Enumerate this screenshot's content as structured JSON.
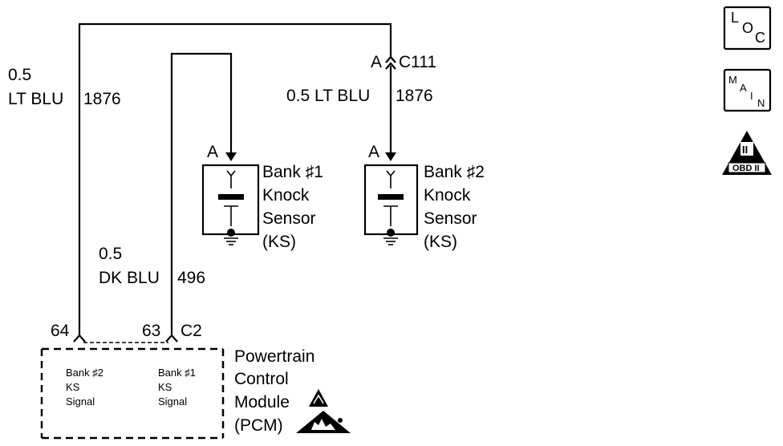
{
  "wires": {
    "left": {
      "gauge": "0.5",
      "color": "LT BLU",
      "circuit": "1876"
    },
    "right": {
      "gauge_color": "0.5 LT BLU",
      "circuit": "1876"
    },
    "middle": {
      "gauge": "0.5",
      "color": "DK BLU",
      "circuit": "496"
    }
  },
  "connectors": {
    "c111": {
      "pin": "A",
      "name": "C111"
    },
    "c2": {
      "name": "C2",
      "pin_left": "64",
      "pin_right": "63"
    },
    "sensor1_pin": "A",
    "sensor2_pin": "A"
  },
  "sensor1": {
    "line1": "Bank ♯1",
    "line2": "Knock",
    "line3": "Sensor",
    "line4": "(KS)"
  },
  "sensor2": {
    "line1": "Bank ♯2",
    "line2": "Knock",
    "line3": "Sensor",
    "line4": "(KS)"
  },
  "pcm": {
    "line1": "Powertrain",
    "line2": "Control",
    "line3": "Module",
    "line4": "(PCM)",
    "input2": {
      "line1": "Bank ♯2",
      "line2": "KS",
      "line3": "Signal"
    },
    "input1": {
      "line1": "Bank ♯1",
      "line2": "KS",
      "line3": "Signal"
    }
  },
  "side_icons": {
    "loc": {
      "l": "L",
      "o": "O",
      "c": "C",
      "icon": "loc-icon"
    },
    "main": {
      "m": "M",
      "a": "A",
      "i": "I",
      "n": "N",
      "icon": "main-icon"
    },
    "obd": {
      "roman": "II",
      "text": "OBD II",
      "icon": "obd-ii-icon"
    }
  },
  "esd_icons": [
    "esd-warning-icon",
    "esd-hand-icon"
  ]
}
